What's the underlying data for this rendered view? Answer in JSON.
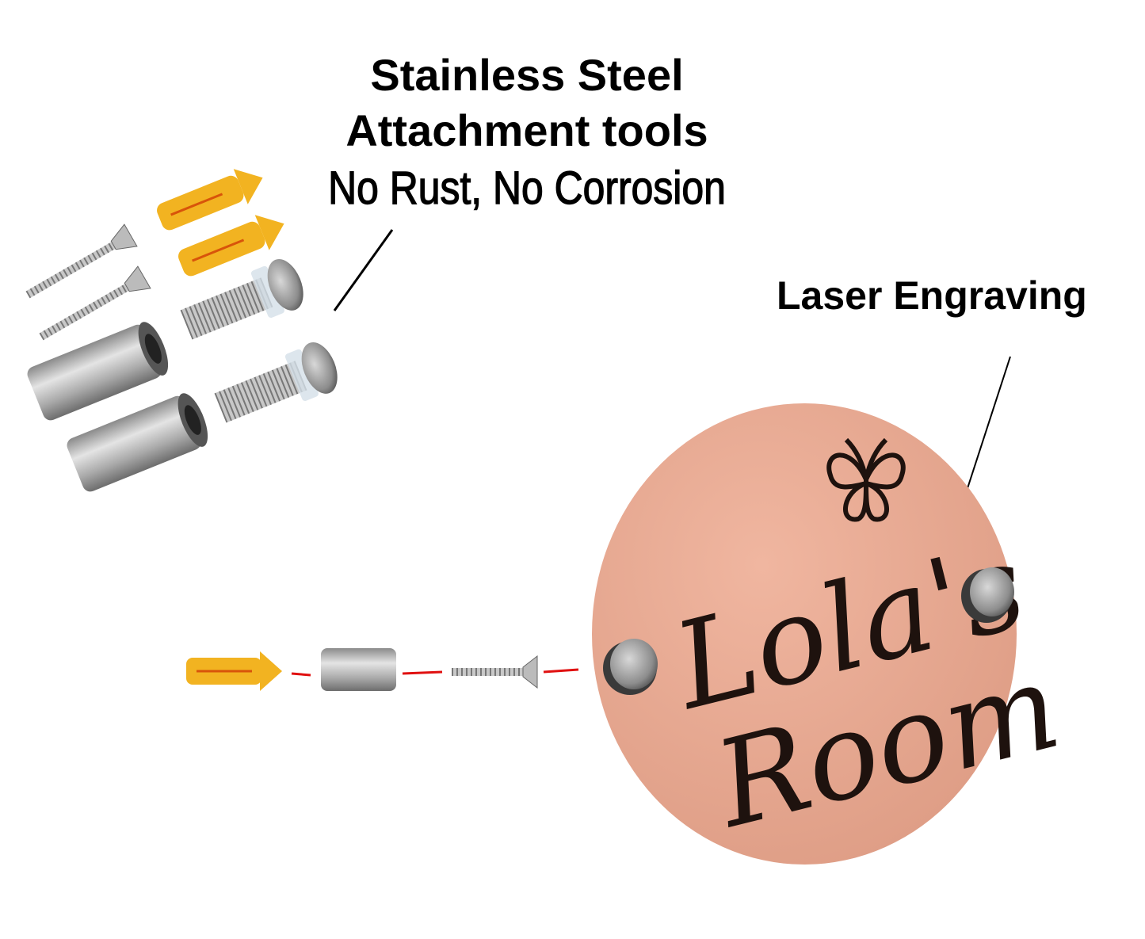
{
  "callouts": {
    "attachment_line1": "Stainless Steel",
    "attachment_line2": "Attachment tools",
    "attachment_line3": "No Rust, No Corrosion",
    "engraving": "Laser Engraving"
  },
  "plaque": {
    "line1": "Lola's",
    "line2": "Room",
    "color": "#e6a690"
  },
  "colors": {
    "anchor": "#f2b321",
    "steel": "#b9b9b9",
    "guide_line": "#e01010"
  }
}
